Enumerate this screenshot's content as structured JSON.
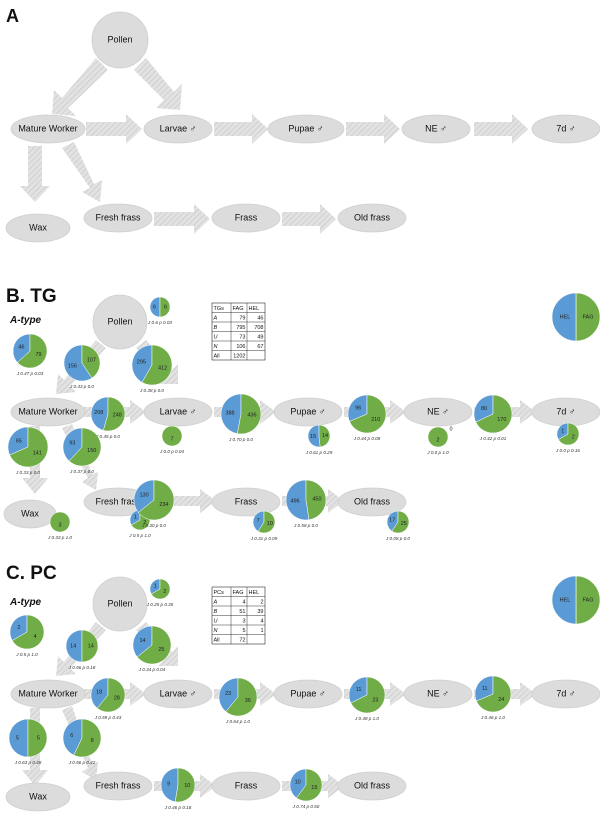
{
  "panels": {
    "a": {
      "label": "A"
    },
    "b": {
      "label": "B. TG",
      "atype": "A-type"
    },
    "c": {
      "label": "C. PC",
      "atype": "A-type"
    }
  },
  "nodes": {
    "pollen": "Pollen",
    "mature_worker": "Mature Worker",
    "larvae": "Larvae ♂",
    "pupae": "Pupae ♂",
    "ne": "NE ♂",
    "d7": "7d ♂",
    "wax": "Wax",
    "fresh_frass": "Fresh frass",
    "frass": "Frass",
    "old_frass": "Old frass"
  },
  "legend": {
    "hel": "HEL",
    "fag": "FAG"
  },
  "colors": {
    "hel": "#5b9bd5",
    "fag": "#70ad47",
    "node": "#dcdcdc",
    "arrow": "#d8d8d8"
  },
  "tables": {
    "tg": {
      "headers": [
        "TGs",
        "FAG",
        "HEL"
      ],
      "rows": [
        [
          "A",
          "79",
          "46"
        ],
        [
          "B",
          "795",
          "708"
        ],
        [
          "U",
          "73",
          "49"
        ],
        [
          "N",
          "106",
          "67"
        ],
        [
          "All",
          "1202",
          ""
        ]
      ]
    },
    "pc": {
      "headers": [
        "PCs",
        "FAG",
        "HEL"
      ],
      "rows": [
        [
          "A",
          "4",
          "2"
        ],
        [
          "B",
          "51",
          "39"
        ],
        [
          "U",
          "3",
          "4"
        ],
        [
          "N",
          "5",
          "1"
        ],
        [
          "All",
          "72",
          ""
        ]
      ]
    }
  },
  "pies": {
    "tg": [
      {
        "hel": 46,
        "fag": 79,
        "stat": "J 0.47 p 0.03"
      },
      {
        "hel": 6,
        "fag": 6,
        "stat": "J 0.6 p 0.03"
      },
      {
        "hel": 156,
        "fag": 107,
        "stat": "J 0.43 p 0.0"
      },
      {
        "hel": 295,
        "fag": 412,
        "stat": "J 0.38 p 0.0"
      },
      {
        "hel": 208,
        "fag": 248,
        "stat": "J 0.45 p 0.0"
      },
      {
        "hel": 0,
        "fag": 7,
        "stat": "J 0.0 p 0.04"
      },
      {
        "hel": 388,
        "fag": 436,
        "stat": "J 0.70 p 0.0"
      },
      {
        "hel": 15,
        "fag": 14,
        "stat": "J 0.61 p 0.29"
      },
      {
        "hel": 96,
        "fag": 210,
        "stat": "J 0.44 p 0.08"
      },
      {
        "hel": 0,
        "fag": 2,
        "stat": "J 0.0 p 1.0",
        "extra": "0"
      },
      {
        "hel": 80,
        "fag": 170,
        "stat": "J 0.42 p 0.01"
      },
      {
        "hel": 1,
        "fag": 2,
        "stat": "J 0.0 p 0.16"
      },
      {
        "hel": 65,
        "fag": 141,
        "stat": "J 0.33 p 0.0"
      },
      {
        "hel": 93,
        "fag": 150,
        "stat": "J 0.37 p 0.0"
      },
      {
        "hel": 0,
        "fag": 3,
        "stat": "J 0.33 p 1.0"
      },
      {
        "hel": 1,
        "fag": 2,
        "stat": "J 0.5 p 1.0"
      },
      {
        "hel": 130,
        "fag": 234,
        "stat": "J 0.30 p 0.0"
      },
      {
        "hel": 7,
        "fag": 10,
        "stat": "J 0.31 p 0.09"
      },
      {
        "hel": 496,
        "fag": 450,
        "stat": "J 0.58 p 0.0"
      },
      {
        "hel": 17,
        "fag": 25,
        "stat": "J 0.08 p 0.0"
      }
    ],
    "pc": [
      {
        "hel": 2,
        "fag": 4,
        "stat": "J 0.5 p 1.0"
      },
      {
        "hel": 1,
        "fag": 2,
        "stat": "J 0.25 p 0.35"
      },
      {
        "hel": 14,
        "fag": 14,
        "stat": "J 0.56 p 0.18"
      },
      {
        "hel": 14,
        "fag": 25,
        "stat": "J 0.34 p 0.04"
      },
      {
        "hel": 18,
        "fag": 28,
        "stat": "J 0.59 p 0.43"
      },
      {
        "hel": 23,
        "fag": 36,
        "stat": "J 0.64 p 1.0"
      },
      {
        "hel": 11,
        "fag": 23,
        "stat": "J 0.48 p 1.0"
      },
      {
        "hel": 11,
        "fag": 24,
        "stat": "J 0.46 p 1.0"
      },
      {
        "hel": 5,
        "fag": 5,
        "stat": "J 0.63 p 0.48"
      },
      {
        "hel": 6,
        "fag": 8,
        "stat": "J 0.56 p 0.42"
      },
      {
        "hel": 9,
        "fag": 10,
        "stat": "J 0.46 p 0.18"
      },
      {
        "hel": 10,
        "fag": 15,
        "stat": "J 0.74 p 0.50"
      }
    ]
  }
}
